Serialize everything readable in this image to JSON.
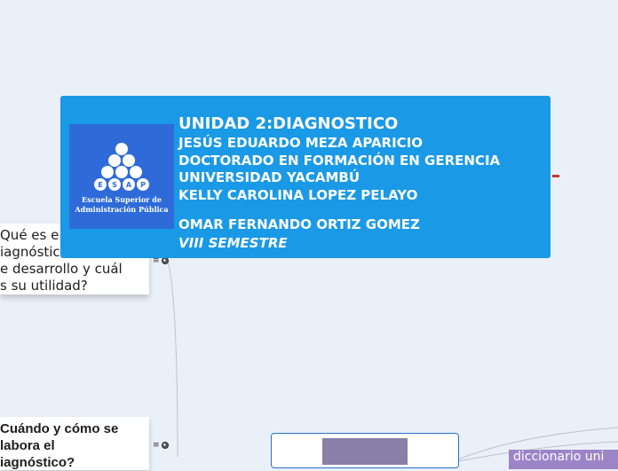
{
  "main_topic": {
    "title": "UNIDAD 2:DIAGNOSTICO",
    "lines": [
      "JESÚS EDUARDO MEZA APARICIO",
      "DOCTORADO EN FORMACIÓN EN GERENCIA",
      "UNIVERSIDAD YACAMBÚ",
      "KELLY CAROLINA LOPEZ PELAYO"
    ],
    "instructor": "OMAR FERNANDO ORTIZ GOMEZ",
    "semester": "VIII SEMESTRE",
    "logo": {
      "letters": "ESAP",
      "line1": "Escuela Superior de",
      "line2": "Administración Pública"
    }
  },
  "left_nodes": [
    {
      "lines": [
        "Qué es e",
        "iagnóstic",
        "e desarrollo y cuál",
        "s su utilidad?"
      ]
    },
    {
      "lines": [
        "Cuándo y cómo se",
        "labora el",
        "iagnóstico?"
      ]
    }
  ],
  "right_node": {
    "label": "diccionario uni"
  },
  "colors": {
    "background": "#eaf0f8",
    "main_node": "#1a99e6",
    "logo": "#2e6bd8",
    "right_node": "#9d84c7",
    "connector": "#b9c3cf"
  },
  "icons": [
    "expand-icon",
    "globe-icon"
  ]
}
